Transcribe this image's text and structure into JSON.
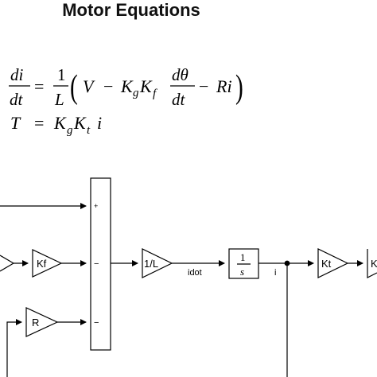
{
  "title": "Motor Equations",
  "equations": {
    "eq1": {
      "lhs_num": "di",
      "lhs_den": "dt",
      "equals": "=",
      "frac_num": "1",
      "frac_den": "L",
      "open_paren": "(",
      "V": "V",
      "minus1": "−",
      "K": "K",
      "g_sub": "g",
      "K2": "K",
      "f_sub": "f",
      "dtheta_num": "dθ",
      "dtheta_den": "dt",
      "minus2": "−",
      "Ri": "Ri",
      "close_paren": ")"
    },
    "eq2": {
      "T": "T",
      "equals": "=",
      "K": "K",
      "g_sub": "g",
      "K2": "K",
      "t_sub": "t",
      "i": "i"
    }
  },
  "blocks": {
    "kf_label": "Kf",
    "r_label": "R",
    "one_over_l_label": "1/L",
    "integrator_num": "1",
    "integrator_den": "s",
    "kt_label": "Kt",
    "partial_right_label": "K"
  },
  "sum_block": {
    "signs": [
      "+",
      "−",
      "−"
    ]
  },
  "signals": {
    "idot": "idot",
    "i": "i"
  }
}
